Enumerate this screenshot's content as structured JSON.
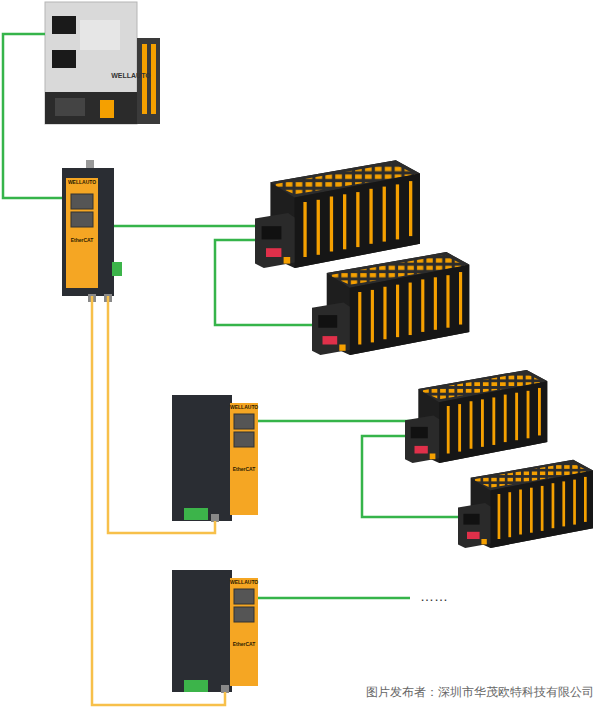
{
  "diagram": {
    "nodes": [
      {
        "text": [
          "WELLAUTO"
        ]
      },
      {
        "text": [
          "WELLAUTO",
          "EtherCAT"
        ]
      },
      {
        "text": [
          "WELLAUTO",
          "EtherCAT"
        ]
      },
      {
        "text": [
          "WELLAUTO",
          "EtherCAT"
        ]
      }
    ],
    "edges": [
      {
        "from": 0,
        "to": 1,
        "arrow": "none"
      },
      {
        "from": 1,
        "to": 2,
        "arrow": "none"
      },
      {
        "from": 1,
        "to": 3,
        "arrow": "none"
      }
    ],
    "labels": [
      "……",
      "图片发布者：深圳市华茂欧特科技有限公司"
    ]
  }
}
